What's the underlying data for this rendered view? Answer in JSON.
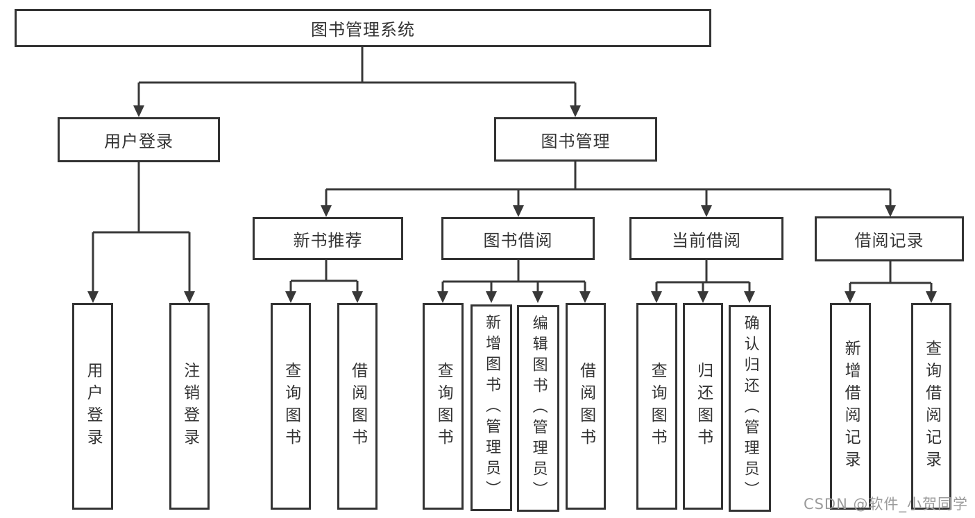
{
  "diagram": {
    "title": "图书管理系统",
    "type": "hierarchy-tree",
    "tree": {
      "label": "图书管理系统",
      "children": [
        {
          "label": "用户登录",
          "children": [
            {
              "label": "用户登录"
            },
            {
              "label": "注销登录"
            }
          ]
        },
        {
          "label": "图书管理",
          "children": [
            {
              "label": "新书推荐",
              "children": [
                {
                  "label": "查询图书"
                },
                {
                  "label": "借阅图书"
                }
              ]
            },
            {
              "label": "图书借阅",
              "children": [
                {
                  "label": "查询图书"
                },
                {
                  "label": "新增图书（管理员）"
                },
                {
                  "label": "编辑图书（管理员）"
                },
                {
                  "label": "借阅图书"
                }
              ]
            },
            {
              "label": "当前借阅",
              "children": [
                {
                  "label": "查询图书"
                },
                {
                  "label": "归还图书"
                },
                {
                  "label": "确认归还（管理员）"
                }
              ]
            },
            {
              "label": "借阅记录",
              "children": [
                {
                  "label": "新增借阅记录"
                },
                {
                  "label": "查询借阅记录"
                }
              ]
            }
          ]
        }
      ]
    }
  },
  "watermark": "CSDN @软件_小贺同学",
  "colors": {
    "line": "#383838",
    "box_border": "#333333",
    "text": "#333333",
    "watermark": "#9b9b9b",
    "background": "#ffffff"
  }
}
